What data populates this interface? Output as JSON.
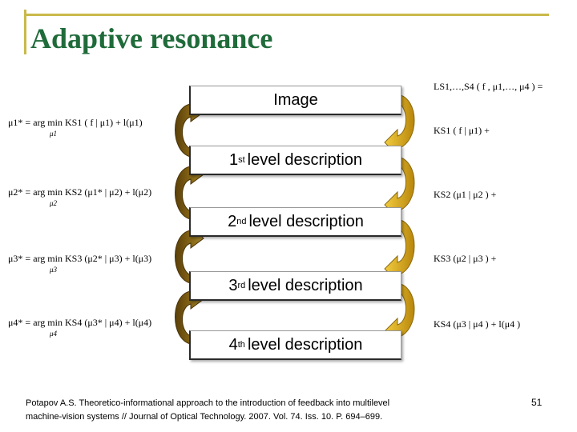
{
  "slide": {
    "title": "Adaptive resonance",
    "page_number": "51",
    "footer_line1": "Potapov A.S. Theoretico-informational approach to the introduction of feedback into multilevel",
    "footer_line2": "machine-vision systems // Journal of Optical Technology. 2007. Vol. 74. Iss. 10. P. 694–699."
  },
  "boxes": [
    {
      "text": "Image",
      "sup": ""
    },
    {
      "text": "level description",
      "num": "1",
      "sup": "st"
    },
    {
      "text": "level description",
      "num": "2",
      "sup": "nd"
    },
    {
      "text": "level description",
      "num": "3",
      "sup": "rd"
    },
    {
      "text": "level description",
      "num": "4",
      "sup": "th"
    }
  ],
  "equations_left": [
    {
      "lhs": "μ1* = arg min",
      "under": "μ1",
      "rhs": "KS1 ( f | μ1) + l(μ1)"
    },
    {
      "lhs": "μ2* = arg min",
      "under": "μ2",
      "rhs": "KS2 (μ1* | μ2) + l(μ2)"
    },
    {
      "lhs": "μ3* = arg min",
      "under": "μ3",
      "rhs": "KS3 (μ2* | μ3) + l(μ3)"
    },
    {
      "lhs": "μ4* = arg min",
      "under": "μ4",
      "rhs": "KS4 (μ3* | μ4) + l(μ4)"
    }
  ],
  "equations_right": [
    "LS1,…,S4 ( f , μ1,…, μ4 ) =",
    "KS1 ( f | μ1) +",
    "KS2 (μ1 | μ2 ) +",
    "KS3 (μ2 | μ3 ) +",
    "KS4 (μ3 | μ4 ) + l(μ4 )"
  ],
  "colors": {
    "title": "#1f6b3a",
    "rule": "#c9b94a",
    "arrow_left": "#7a5a12",
    "arrow_right": "#d4a520"
  }
}
